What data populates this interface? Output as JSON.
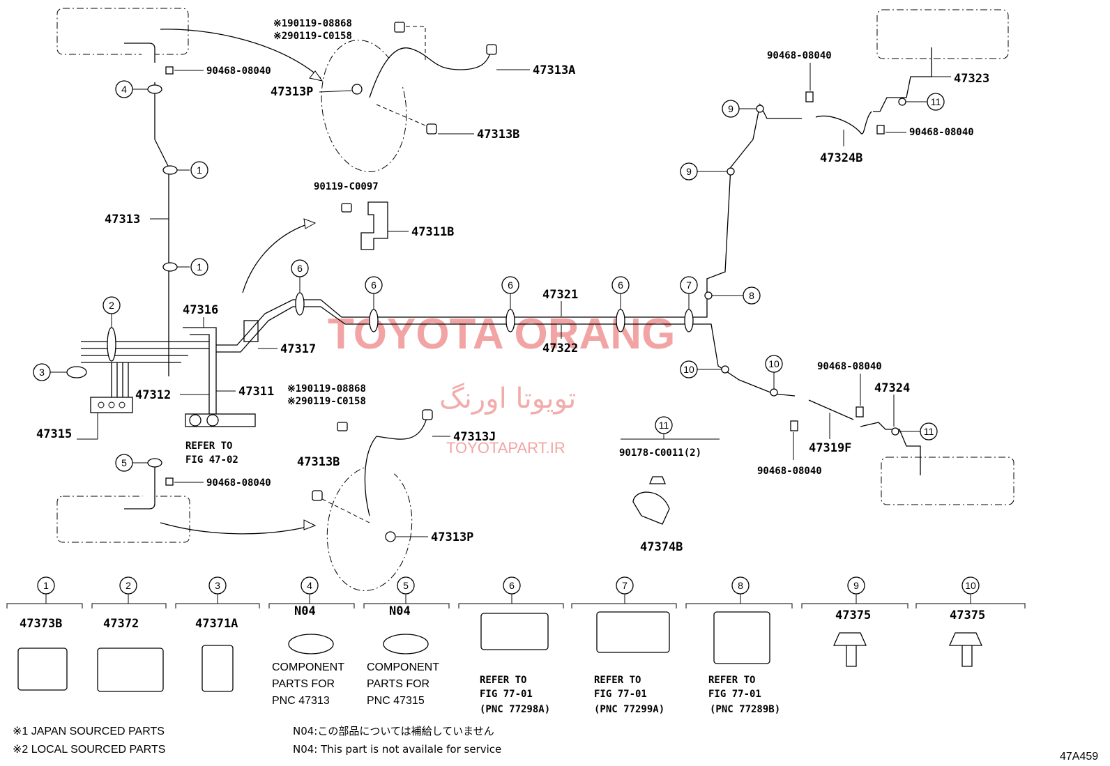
{
  "labels": {
    "p190119_08868_top": "※190119-08868",
    "p290119_C0158_top": "※290119-C0158",
    "p90468_08040_a": "90468-08040",
    "p47313A": "47313A",
    "p47313P_top": "47313P",
    "p47313B_top": "47313B",
    "p90119_C0097": "90119-C0097",
    "p47311B": "47311B",
    "p47313": "47313",
    "p47316": "47316",
    "p47317": "47317",
    "p47312": "47312",
    "p47311": "47311",
    "p47315": "47315",
    "p190119_08868_bot": "※190119-08868",
    "p290119_C0158_bot": "※290119-C0158",
    "p47313J": "47313J",
    "p47313B_bot": "47313B",
    "p47313P_bot": "47313P",
    "p90468_08040_b": "90468-08040",
    "refer_to": "REFER TO",
    "fig_47_02": "FIG 47-02",
    "p47321": "47321",
    "p47322": "47322",
    "p90468_08040_c": "90468-08040",
    "p47323": "47323",
    "p47324B": "47324B",
    "p90468_08040_d": "90468-08040",
    "p90468_08040_e": "90468-08040",
    "p47324": "47324",
    "p47319F": "47319F",
    "p90468_08040_f": "90468-08040",
    "p90178_C0011": "90178-C0011(2)",
    "p47374B": "47374B",
    "figure_code": "47A459"
  },
  "callouts": [
    "1",
    "2",
    "3",
    "4",
    "5",
    "6",
    "7",
    "8",
    "9",
    "10",
    "11"
  ],
  "legend": [
    {
      "num": "1",
      "part": "47373B",
      "desc": []
    },
    {
      "num": "2",
      "part": "47372",
      "desc": []
    },
    {
      "num": "3",
      "part": "47371A",
      "desc": []
    },
    {
      "num": "4",
      "part": "N04",
      "desc": [
        "COMPONENT",
        "PARTS FOR",
        "PNC 47313"
      ]
    },
    {
      "num": "5",
      "part": "N04",
      "desc": [
        "COMPONENT",
        "PARTS FOR",
        "PNC 47315"
      ]
    },
    {
      "num": "6",
      "part": "",
      "desc": [
        "REFER TO",
        "FIG 77-01",
        "(PNC 77298A)"
      ]
    },
    {
      "num": "7",
      "part": "",
      "desc": [
        "REFER TO",
        "FIG 77-01",
        "(PNC 77299A)"
      ]
    },
    {
      "num": "8",
      "part": "",
      "desc": [
        "REFER TO",
        "FIG 77-01",
        "(PNC 77289B)"
      ]
    },
    {
      "num": "9",
      "part": "47375",
      "desc": []
    },
    {
      "num": "10",
      "part": "47375",
      "desc": []
    }
  ],
  "notes": {
    "japan": "※1 JAPAN SOURCED PARTS",
    "local": "※2 LOCAL SOURCED PARTS",
    "n04_jp": "N04:この部品については補給していません",
    "n04_en": "N04: This part is not availale for service"
  },
  "watermark": {
    "en": "TOYOTA ORANG",
    "fa": "تویوتا اورنگ",
    "url": "TOYOTAPART.IR"
  },
  "colors": {
    "line": "#000000",
    "watermark": "#e85b5b"
  }
}
